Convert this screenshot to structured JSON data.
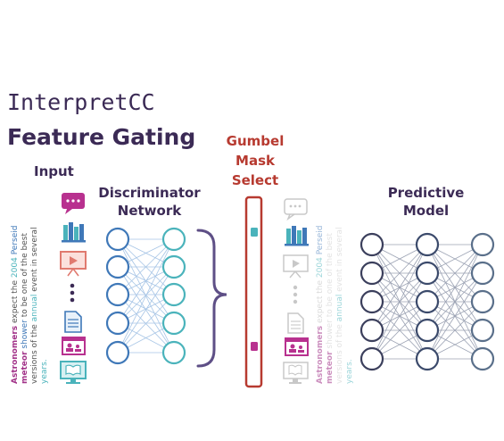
{
  "title": {
    "line1": "InterpretCC",
    "line2": "Feature Gating"
  },
  "labels": {
    "input": "Input",
    "discriminator_line1": "Discriminator",
    "discriminator_line2": "Network",
    "gumbel_line1": "Gumbel",
    "gumbel_line2": "Mask",
    "gumbel_line3": "Select",
    "predictive_line1": "Predictive",
    "predictive_line2": "Model"
  },
  "sentence": {
    "w1": "Astronomers",
    "w2": " expect the ",
    "w3": "2004",
    "w4": " Perseid",
    "w5": " meteor",
    "w6": " shower",
    "w7": " to be one of the best versions of the ",
    "w8": "annual",
    "w9": " event in several ",
    "w10": "years."
  },
  "icons": [
    "chat-icon",
    "bookshelf-icon",
    "presentation-icon",
    "ellipsis-icon",
    "document-icon",
    "video-profile-icon",
    "book-monitor-icon"
  ],
  "colors": {
    "title": "#3b2a55",
    "gumbel": "#b73a30",
    "discriminator_left": "#3f78b8",
    "discriminator_right": "#4ab3bb",
    "predictive_left": "#3b3f5c",
    "predictive_mid": "#3b4a6b",
    "predictive_right": "#5a6f8a",
    "mask_teal": "#4ab3bb",
    "mask_magenta": "#b8318f",
    "brace": "#5e4f86"
  }
}
